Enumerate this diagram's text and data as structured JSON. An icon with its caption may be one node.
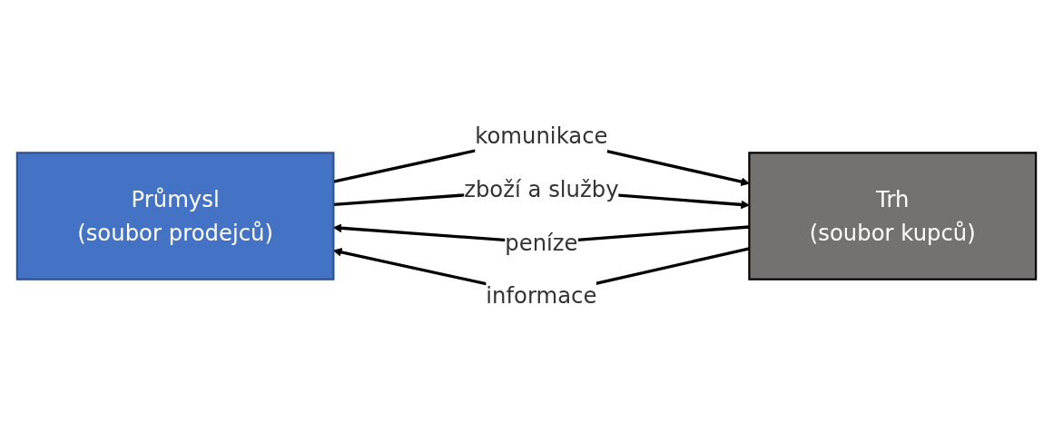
{
  "diagram": {
    "nodes": [
      {
        "text": [
          "Průmysl",
          "(soubor prodejců)"
        ]
      },
      {
        "text": [
          "Trh",
          "(soubor kupců)"
        ]
      }
    ],
    "edges": [
      {
        "from": 0,
        "to": 1,
        "arrow": "to",
        "label": "komunikace"
      },
      {
        "from": 0,
        "to": 1,
        "arrow": "to",
        "label": "zboží a služby"
      },
      {
        "from": 1,
        "to": 0,
        "arrow": "to",
        "label": "peníze"
      },
      {
        "from": 1,
        "to": 0,
        "arrow": "to",
        "label": "informace"
      }
    ]
  }
}
